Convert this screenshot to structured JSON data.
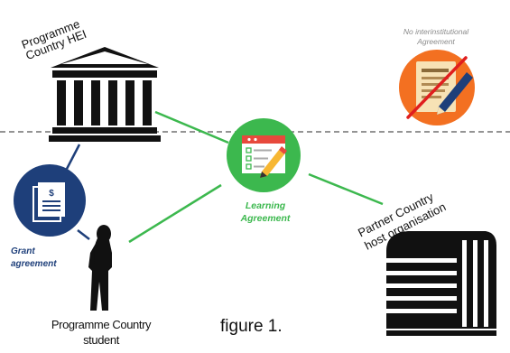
{
  "colors": {
    "green_link": "#3cb84e",
    "navy": "#1e3f7a",
    "orange": "#f37021",
    "red_cross": "#e01e1e",
    "dashed": "#555555",
    "icon_dark": "#111111"
  },
  "labels": {
    "hei_line1": "Programme",
    "hei_line2": "Country HEI",
    "no_inst_line1": "No interinstitutional",
    "no_inst_line2": "Agreement",
    "la_line1": "Learning",
    "la_line2": "Agreement",
    "grant_line1": "Grant",
    "grant_line2": "agreement",
    "partner_line1": "Partner Country",
    "partner_line2": "host organisation",
    "student_line1": "Programme Country",
    "student_line2": "student",
    "figure": "figure 1."
  },
  "icons": {
    "hei": "university-building-icon",
    "no_agreement": "crossed-out-agreement-icon",
    "learning_agreement": "checklist-pencil-icon",
    "grant": "grant-document-icon",
    "student": "student-silhouette-icon",
    "partner": "office-building-icon"
  }
}
